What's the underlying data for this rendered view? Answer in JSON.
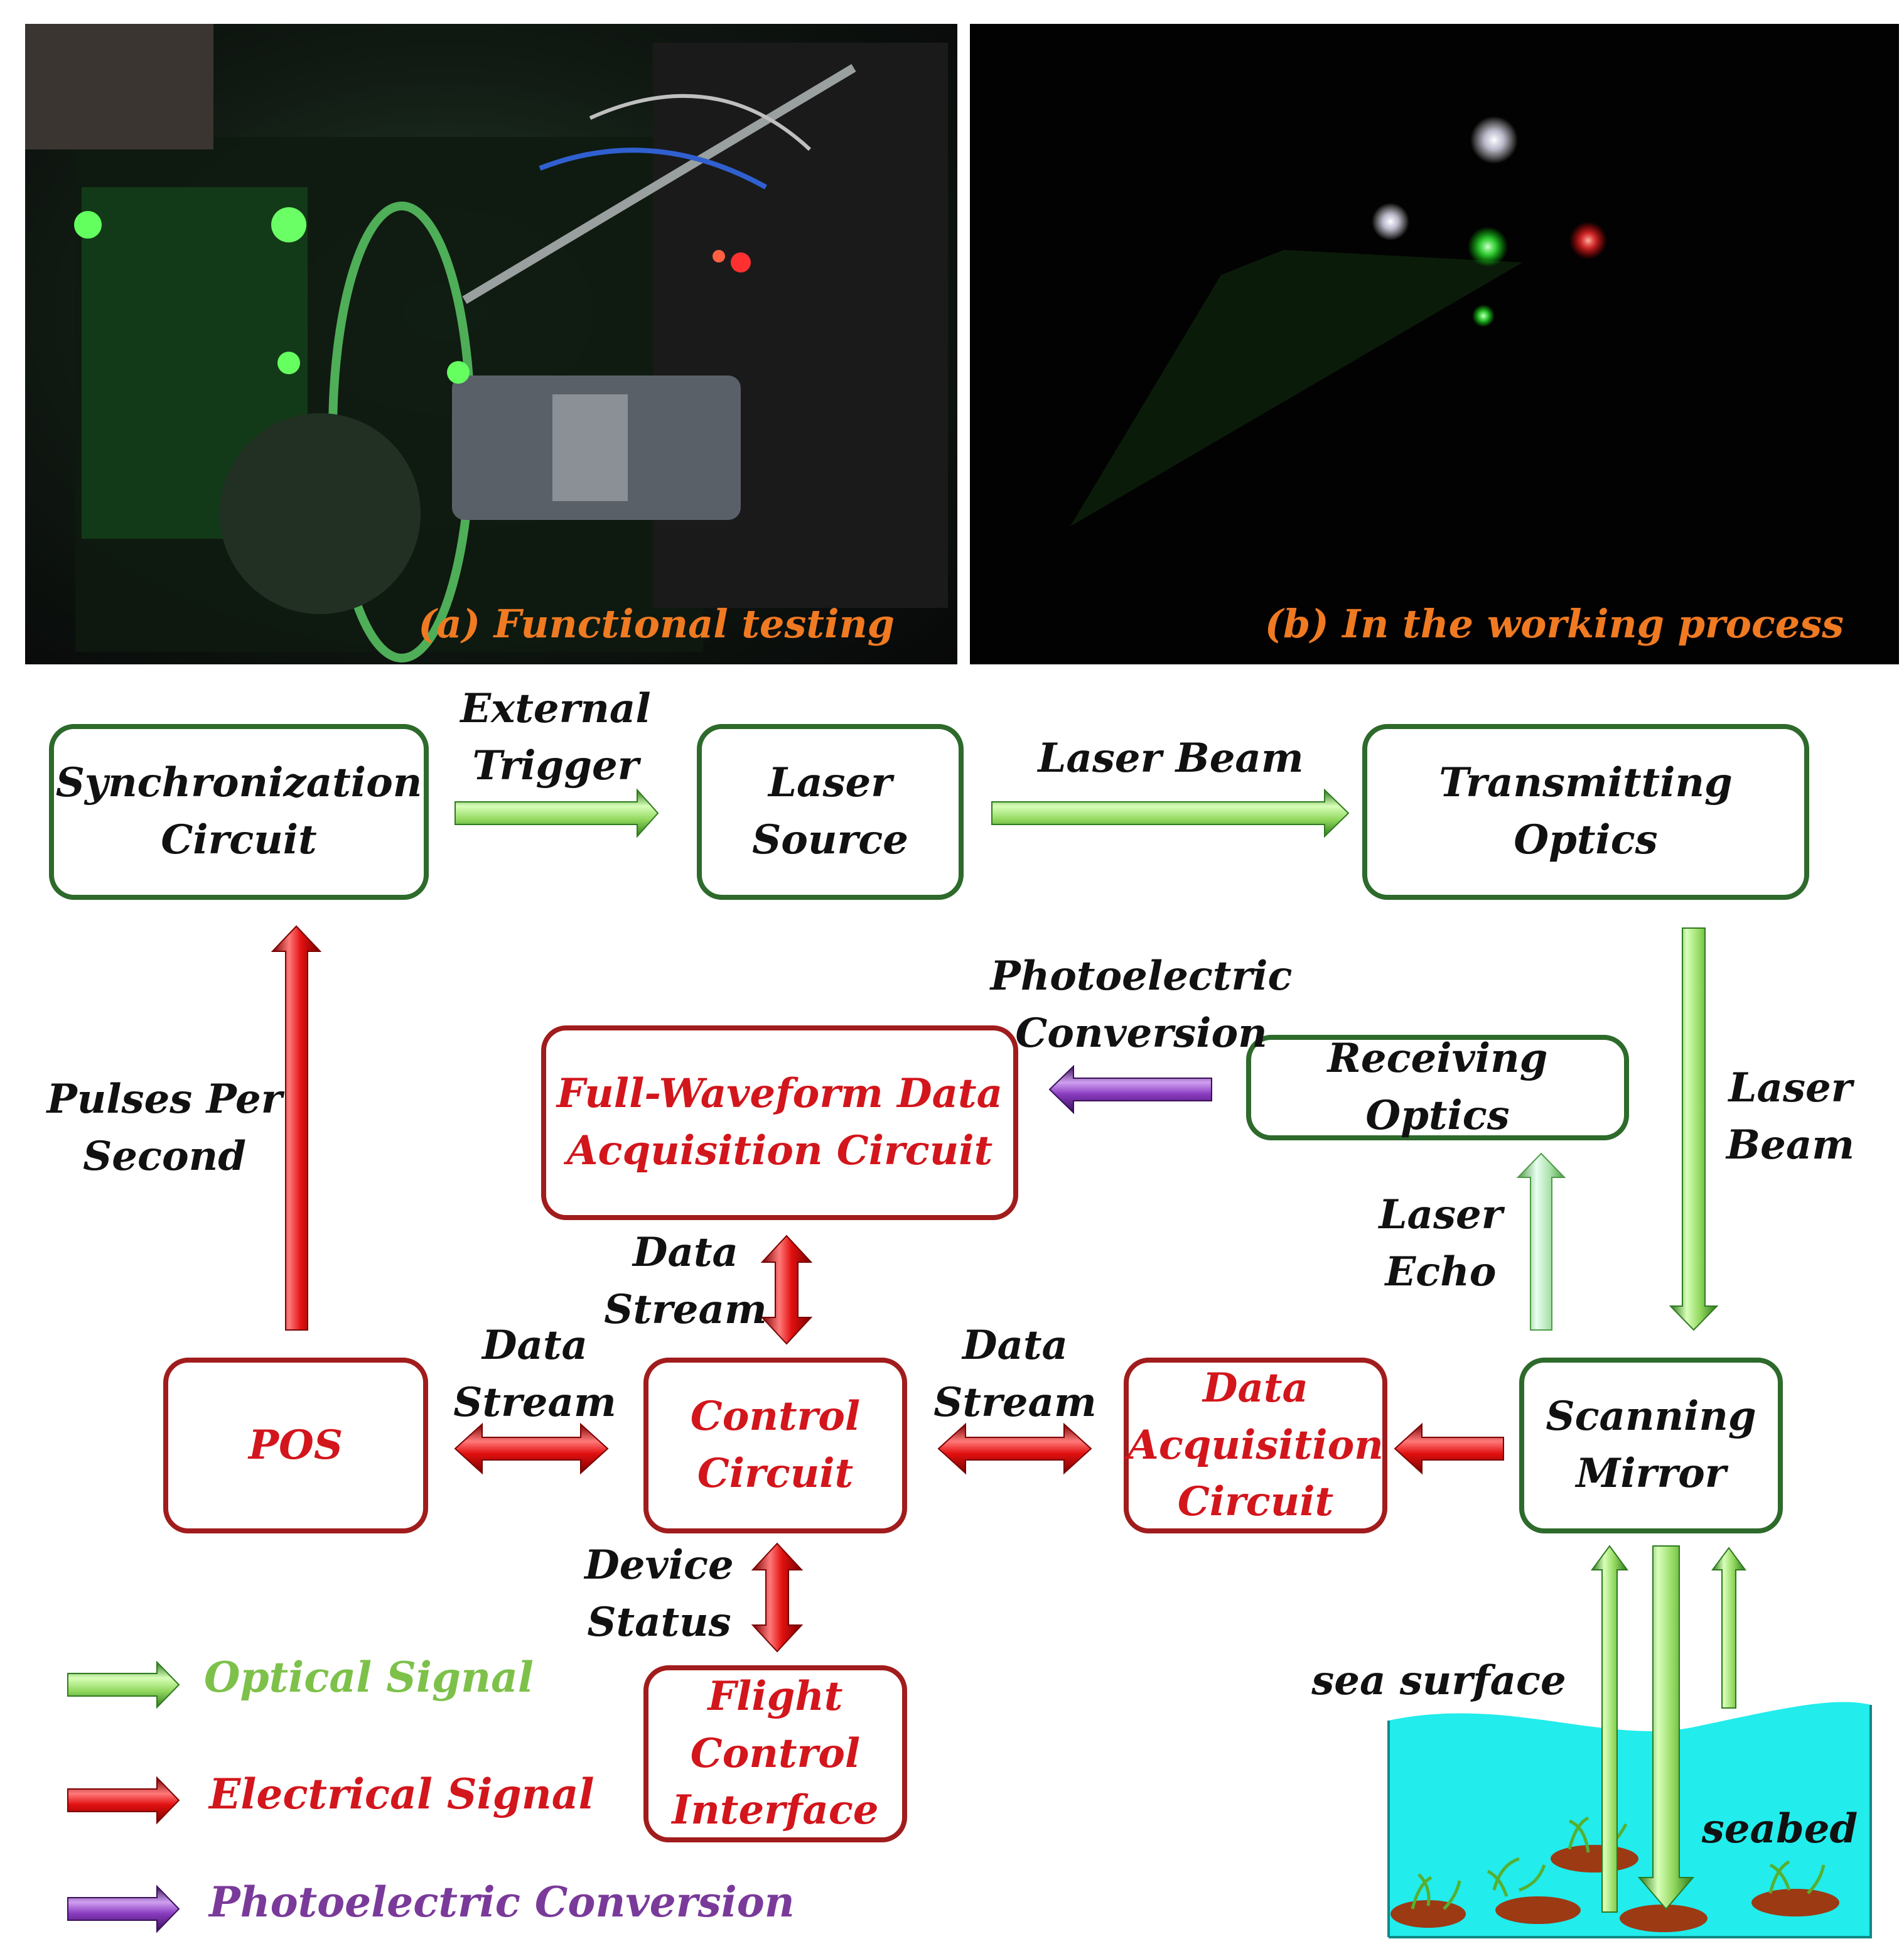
{
  "photos": {
    "a_caption": "(a) Functional testing",
    "b_caption": "(b) In the working process"
  },
  "boxes": {
    "sync": [
      "Synchronization",
      "Circuit"
    ],
    "laser_source": [
      "Laser",
      "Source"
    ],
    "transmitting": [
      "Transmitting Optics"
    ],
    "receiving": [
      "Receiving Optics"
    ],
    "fwda": [
      "Full-Waveform Data",
      "Acquisition Circuit"
    ],
    "pos": [
      "POS"
    ],
    "control": [
      "Control",
      "Circuit"
    ],
    "data_acq": [
      "Data",
      "Acquisition",
      "Circuit"
    ],
    "scanning": [
      "Scanning",
      "Mirror"
    ],
    "flight": [
      "Flight",
      "Control",
      "Interface"
    ]
  },
  "labels": {
    "external_trigger": [
      "External",
      "Trigger"
    ],
    "laser_beam_top": [
      "Laser Beam"
    ],
    "photoelectric": [
      "Photoelectric",
      "Conversion"
    ],
    "laser_beam_right": [
      "Laser",
      "Beam"
    ],
    "pps": [
      "Pulses Per",
      "Second"
    ],
    "laser_echo": [
      "Laser",
      "Echo"
    ],
    "data_stream_fwda": [
      "Data",
      "Stream"
    ],
    "data_stream_pos": [
      "Data",
      "Stream"
    ],
    "data_stream_da": [
      "Data",
      "Stream"
    ],
    "device_status": [
      "Device",
      "Status"
    ],
    "sea_surface": [
      "sea surface"
    ],
    "seabed": [
      "seabed"
    ]
  },
  "legend": {
    "optical": "Optical Signal",
    "electrical": "Electrical Signal",
    "photoelectric": "Photoelectric Conversion"
  },
  "colors": {
    "optical_text": "#7dc14a",
    "electrical_text": "#d2161c",
    "photoelectric_text": "#7a3a9a",
    "optical_box_border": "#2d6a2b",
    "electrical_box_border": "#a11c1c",
    "caption": "#f07a22",
    "water": "#22ecec"
  }
}
